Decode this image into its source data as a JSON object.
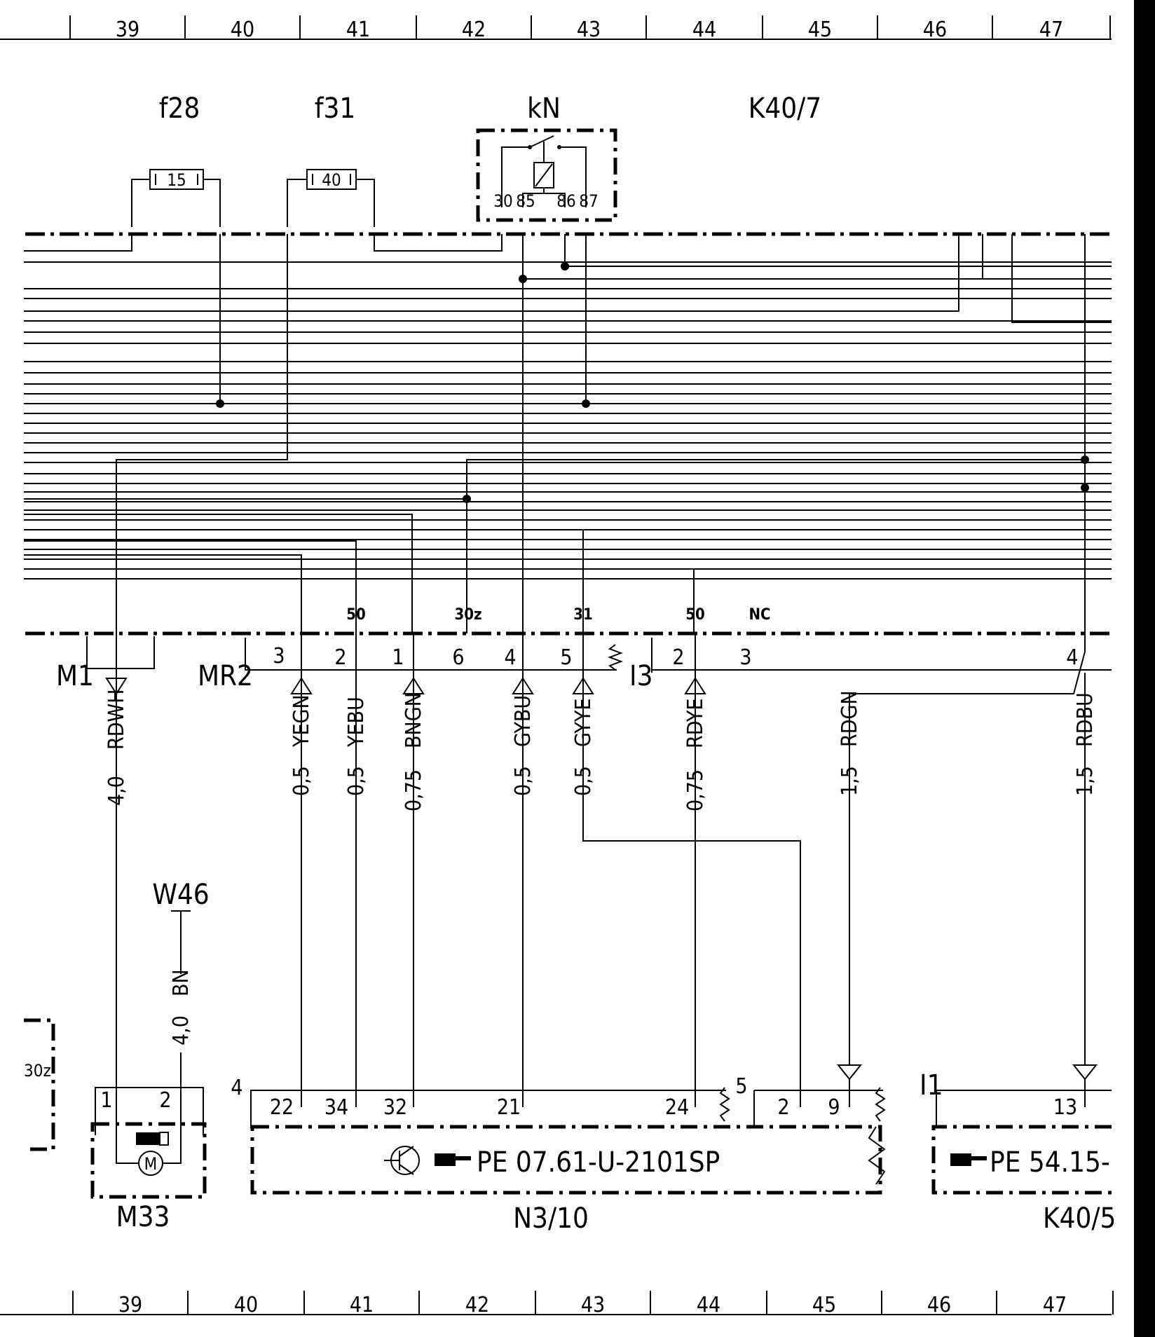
{
  "grid": {
    "columns": [
      "39",
      "40",
      "41",
      "42",
      "43",
      "44",
      "45",
      "46",
      "47"
    ]
  },
  "fuses": [
    {
      "name": "f28",
      "rating": "15"
    },
    {
      "name": "f31",
      "rating": "40"
    }
  ],
  "relay": {
    "name": "kN",
    "pins": [
      "30",
      "85",
      "86",
      "87"
    ]
  },
  "top_labels": {
    "k40_7": "K40/7"
  },
  "bus_labels": {
    "pin50_a": "50",
    "pin30z": "30z",
    "pin31": "31",
    "pin50_b": "50",
    "nc": "NC"
  },
  "connectors": {
    "m1": {
      "name": "M1"
    },
    "mr2": {
      "name": "MR2",
      "pins": [
        "3",
        "2",
        "1",
        "6",
        "4",
        "5",
        "2",
        "3"
      ]
    },
    "i3": {
      "name": "I3"
    },
    "i1": {
      "name": "I1"
    },
    "k40_pin": "4"
  },
  "wires": [
    {
      "size": "4,0",
      "color": "RDWH"
    },
    {
      "size": "0,5",
      "color": "YEGN"
    },
    {
      "size": "0,5",
      "color": "YEBU"
    },
    {
      "size": "0,75",
      "color": "BNGN"
    },
    {
      "size": "0,5",
      "color": "GYBU"
    },
    {
      "size": "0,5",
      "color": "GYYE"
    },
    {
      "size": "0,75",
      "color": "RDYE"
    },
    {
      "size": "1,5",
      "color": "RDGN"
    },
    {
      "size": "1,5",
      "color": "RDBU"
    }
  ],
  "ground": {
    "name": "W46",
    "wire_size": "4,0",
    "wire_color": "BN"
  },
  "side_label": "30z",
  "m33": {
    "name": "M33",
    "pins": [
      "1",
      "2"
    ],
    "motor_symbol": "M"
  },
  "n3_10": {
    "name": "N3/10",
    "ref_text": "PE 07.61-U-2101SP",
    "pins": [
      "22",
      "34",
      "32",
      "21",
      "24",
      "2",
      "9"
    ],
    "connector_a": "4",
    "connector_b": "5"
  },
  "k40_5": {
    "name": "K40/5",
    "ref_text": "PE 54.15-",
    "pin": "13"
  },
  "icons": [
    "pointing-hand-icon",
    "transistor-icon",
    "motor-icon",
    "ground-arrow-icon",
    "resistor-symbol"
  ]
}
